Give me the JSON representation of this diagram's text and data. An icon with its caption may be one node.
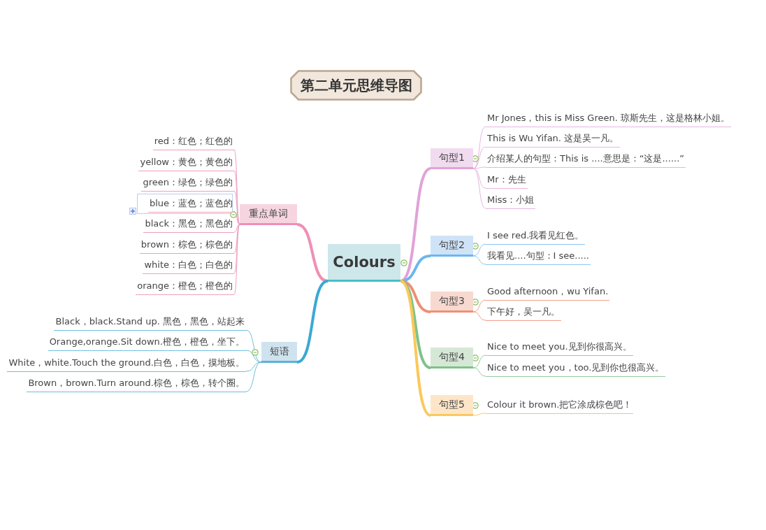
{
  "diagram": {
    "title": "第二单元思维导图",
    "nodes": [
      {
        "text": [
          "Colours"
        ]
      },
      {
        "text": [
          "重点单词"
        ]
      },
      {
        "text": [
          "red：红色；红色的"
        ]
      },
      {
        "text": [
          "yellow：黄色；黄色的"
        ]
      },
      {
        "text": [
          "green：绿色；绿色的"
        ]
      },
      {
        "text": [
          "blue：蓝色；蓝色的"
        ]
      },
      {
        "text": [
          "black：黑色；黑色的"
        ]
      },
      {
        "text": [
          "brown：棕色；棕色的"
        ]
      },
      {
        "text": [
          "white：白色；白色的"
        ]
      },
      {
        "text": [
          "orange：橙色；橙色的"
        ]
      },
      {
        "text": [
          "短语"
        ]
      },
      {
        "text": [
          "Black，black.Stand up.  黑色，黑色，站起来"
        ]
      },
      {
        "text": [
          "Orange,orange.Sit down.橙色，橙色，坐下。"
        ]
      },
      {
        "text": [
          "White，white.Touch the ground.白色，白色，摸地板。"
        ]
      },
      {
        "text": [
          "Brown，brown.Turn around.棕色，棕色，转个圈。"
        ]
      },
      {
        "text": [
          "句型1"
        ]
      },
      {
        "text": [
          "Mr Jones，this is Miss Green. 琼斯先生，这是格林小姐。"
        ]
      },
      {
        "text": [
          "This is Wu Yifan. 这是吴一凡。"
        ]
      },
      {
        "text": [
          "介绍某人的句型：This is ....意思是：“这是......”"
        ]
      },
      {
        "text": [
          "Mr：先生"
        ]
      },
      {
        "text": [
          "Miss：小姐"
        ]
      },
      {
        "text": [
          "句型2"
        ]
      },
      {
        "text": [
          "I see red.我看见红色。"
        ]
      },
      {
        "text": [
          "我看见....句型：I see....."
        ]
      },
      {
        "text": [
          "句型3"
        ]
      },
      {
        "text": [
          "Good afternoon，wu Yifan."
        ]
      },
      {
        "text": [
          "下午好，吴一凡。"
        ]
      },
      {
        "text": [
          "句型4"
        ]
      },
      {
        "text": [
          "Nice to meet you.见到你很高兴。"
        ]
      },
      {
        "text": [
          "Nice to meet you，too.见到你也很高兴。"
        ]
      },
      {
        "text": [
          "句型5"
        ]
      },
      {
        "text": [
          "Colour it brown.把它涂成棕色吧！"
        ]
      }
    ],
    "edges": [
      {
        "from": 0,
        "to": 1,
        "arrow": "none",
        "style": "thick",
        "color": "#ef8fb5"
      },
      {
        "from": 1,
        "to": 2,
        "arrow": "none",
        "color": "#ef9fc0"
      },
      {
        "from": 1,
        "to": 3,
        "arrow": "none",
        "color": "#ef9fc0"
      },
      {
        "from": 1,
        "to": 4,
        "arrow": "none",
        "color": "#ef9fc0"
      },
      {
        "from": 1,
        "to": 5,
        "arrow": "none",
        "color": "#ef9fc0"
      },
      {
        "from": 1,
        "to": 6,
        "arrow": "none",
        "color": "#ef9fc0"
      },
      {
        "from": 1,
        "to": 7,
        "arrow": "none",
        "color": "#ef9fc0"
      },
      {
        "from": 1,
        "to": 8,
        "arrow": "none",
        "color": "#ef9fc0"
      },
      {
        "from": 1,
        "to": 9,
        "arrow": "none",
        "color": "#ef9fc0"
      },
      {
        "from": 0,
        "to": 10,
        "arrow": "none",
        "style": "thick",
        "color": "#3aa9d3"
      },
      {
        "from": 10,
        "to": 11,
        "arrow": "none",
        "color": "#6cc0dc"
      },
      {
        "from": 10,
        "to": 12,
        "arrow": "none",
        "color": "#6cc0dc"
      },
      {
        "from": 10,
        "to": 13,
        "arrow": "none",
        "color": "#6cc0dc"
      },
      {
        "from": 10,
        "to": 14,
        "arrow": "none",
        "color": "#6cc0dc"
      },
      {
        "from": 0,
        "to": 15,
        "arrow": "none",
        "style": "thick",
        "color": "#e0a3d8"
      },
      {
        "from": 15,
        "to": 16,
        "arrow": "none",
        "color": "#e6b5df"
      },
      {
        "from": 15,
        "to": 17,
        "arrow": "none",
        "color": "#e6b5df"
      },
      {
        "from": 15,
        "to": 18,
        "arrow": "none",
        "color": "#e6b5df"
      },
      {
        "from": 15,
        "to": 19,
        "arrow": "none",
        "color": "#e6b5df"
      },
      {
        "from": 15,
        "to": 20,
        "arrow": "none",
        "color": "#e6b5df"
      },
      {
        "from": 0,
        "to": 21,
        "arrow": "none",
        "style": "thick",
        "color": "#6bb8ef"
      },
      {
        "from": 21,
        "to": 22,
        "arrow": "none",
        "color": "#8cc7f0"
      },
      {
        "from": 21,
        "to": 23,
        "arrow": "none",
        "color": "#8cc7f0"
      },
      {
        "from": 0,
        "to": 24,
        "arrow": "none",
        "style": "thick",
        "color": "#ee8f75"
      },
      {
        "from": 24,
        "to": 25,
        "arrow": "none",
        "color": "#f0a08a"
      },
      {
        "from": 24,
        "to": 26,
        "arrow": "none",
        "color": "#f0a08a"
      },
      {
        "from": 0,
        "to": 27,
        "arrow": "none",
        "style": "thick",
        "color": "#7fc28a"
      },
      {
        "from": 27,
        "to": 28,
        "arrow": "none",
        "color": "#95cc9e"
      },
      {
        "from": 27,
        "to": 29,
        "arrow": "none",
        "color": "#95cc9e"
      },
      {
        "from": 0,
        "to": 30,
        "arrow": "none",
        "style": "thick",
        "color": "#fbc85a"
      },
      {
        "from": 30,
        "to": 31,
        "arrow": "none",
        "color": "#fbc85a"
      }
    ]
  }
}
